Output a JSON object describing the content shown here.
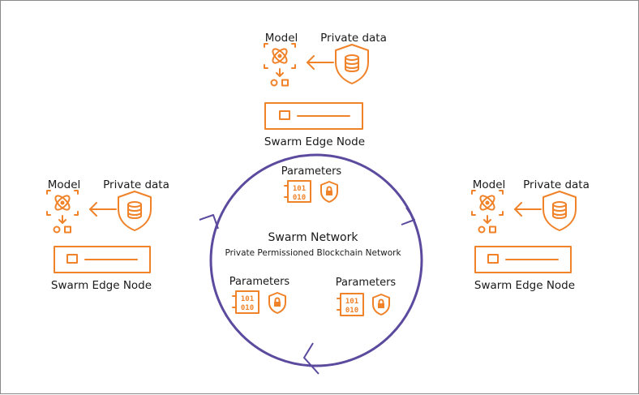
{
  "nodes": {
    "top": {
      "model_label": "Model",
      "private_label": "Private data",
      "node_label": "Swarm Edge Node"
    },
    "left": {
      "model_label": "Model",
      "private_label": "Private data",
      "node_label": "Swarm Edge Node"
    },
    "right": {
      "model_label": "Model",
      "private_label": "Private data",
      "node_label": "Swarm Edge Node"
    }
  },
  "network": {
    "title": "Swarm Network",
    "subtitle": "Private Permissioned Blockchain Network",
    "parameters": [
      {
        "label": "Parameters",
        "bits_top": "101",
        "bits_bottom": "010"
      },
      {
        "label": "Parameters",
        "bits_top": "101",
        "bits_bottom": "010"
      },
      {
        "label": "Parameters",
        "bits_top": "101",
        "bits_bottom": "010"
      }
    ]
  },
  "colors": {
    "accent": "#f0832a",
    "ring": "#5b4a9e",
    "text": "#1a1a1a",
    "border": "#8a8a8a"
  }
}
